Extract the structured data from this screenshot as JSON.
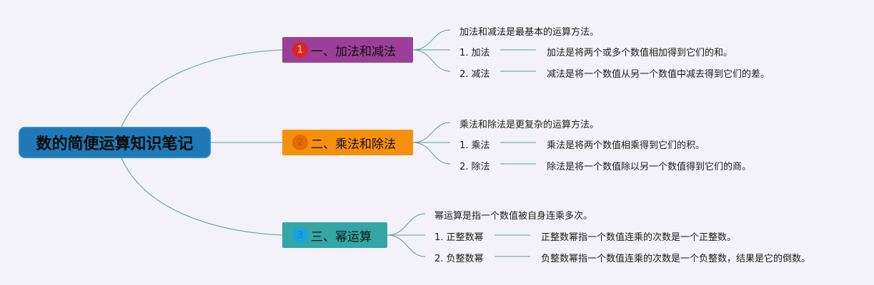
{
  "root": {
    "title": "数的简便运算知识笔记"
  },
  "branches": [
    {
      "number": "1",
      "title": "一、加法和减法",
      "summary": "加法和减法是最基本的运算方法。",
      "items": [
        {
          "label": "1. 加法",
          "desc": "加法是将两个或多个数值相加得到它们的和。"
        },
        {
          "label": "2. 减法",
          "desc": "减法是将一个数值从另一个数值中减去得到它们的差。"
        }
      ]
    },
    {
      "number": "2",
      "title": "二、乘法和除法",
      "summary": "乘法和除法是更复杂的运算方法。",
      "items": [
        {
          "label": "1. 乘法",
          "desc": "乘法是将两个数值相乘得到它们的积。"
        },
        {
          "label": "2. 除法",
          "desc": "除法是将一个数值除以另一个数值得到它们的商。"
        }
      ]
    },
    {
      "number": "3",
      "title": "三、幂运算",
      "summary": "幂运算是指一个数值被自身连乘多次。",
      "items": [
        {
          "label": "1. 正整数幂",
          "desc": "正整数幂指一个数值连乘的次数是一个正整数。"
        },
        {
          "label": "2. 负整数幂",
          "desc": "负整数幂指一个数值连乘的次数是一个负整数，结果是它的倒数。"
        }
      ]
    }
  ],
  "colors": {
    "root": "#1f79b6",
    "branch1": "#9c3f98",
    "branch2": "#f5900c",
    "branch3": "#33a6a6",
    "badge1": "#e3231d",
    "badge2": "#e36b00",
    "badge3": "#1aa2e0",
    "link": "#5e9e96"
  }
}
